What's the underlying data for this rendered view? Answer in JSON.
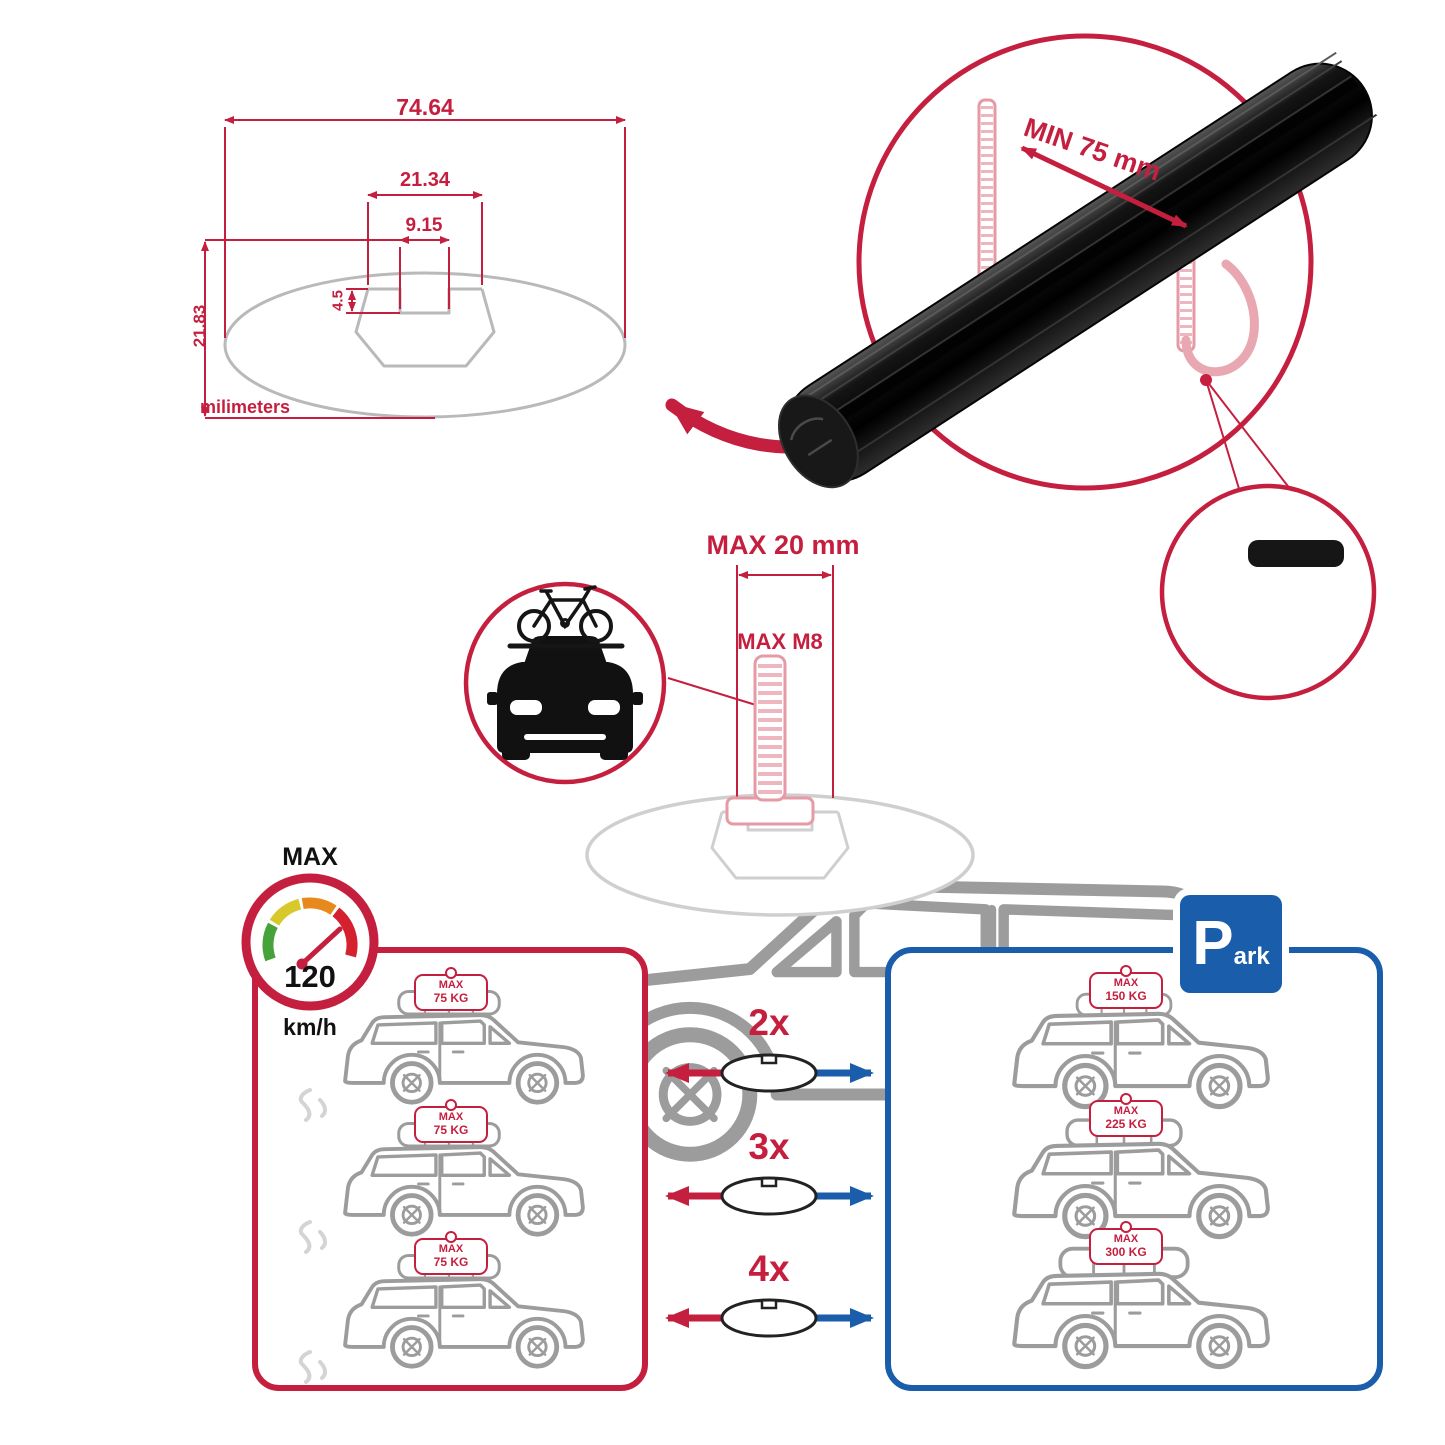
{
  "colors": {
    "red": "#c51f3f",
    "blue": "#1a5dab",
    "pink": "#e59aa6",
    "gray": "#9c9c9c",
    "light_gray": "#b9b9b9",
    "black": "#111111"
  },
  "dimension_diagram": {
    "outer_width": "74.64",
    "channel_width": "21.34",
    "slot_width": "9.15",
    "slot_depth": "4.5",
    "height": "21.83",
    "units": "milimeters"
  },
  "clamp_detail": {
    "min_clearance": "MIN 75 mm"
  },
  "bolt_detail": {
    "max_length": "MAX 20 mm",
    "max_thread": "MAX M8"
  },
  "speed_limit": {
    "label": "MAX",
    "value": "120",
    "unit": "km/h"
  },
  "capacity_left": {
    "cars": [
      {
        "label": "MAX",
        "weight": "75 KG"
      },
      {
        "label": "MAX",
        "weight": "75 KG"
      },
      {
        "label": "MAX",
        "weight": "75 KG"
      }
    ]
  },
  "multipliers": [
    {
      "count": "2x"
    },
    {
      "count": "3x"
    },
    {
      "count": "4x"
    }
  ],
  "capacity_right": {
    "park_main": "P",
    "park_rest": "ark",
    "cars": [
      {
        "label": "MAX",
        "weight": "150 KG"
      },
      {
        "label": "MAX",
        "weight": "225 KG"
      },
      {
        "label": "MAX",
        "weight": "300 KG"
      }
    ]
  }
}
